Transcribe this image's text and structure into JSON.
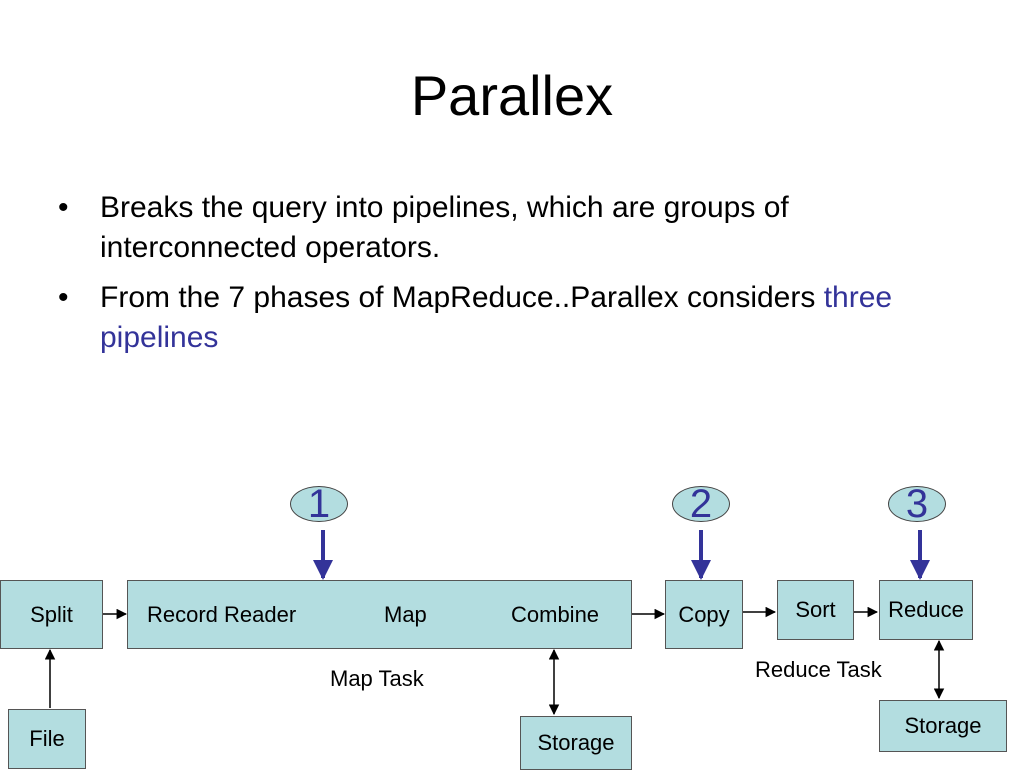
{
  "slide": {
    "title": "Parallex",
    "bullets": [
      {
        "text": "Breaks the query into pipelines, which are groups of interconnected operators."
      },
      {
        "text": "From the 7 phases of MapReduce..Parallex considers ",
        "highlight": "three pipelines",
        "highlight_color": "#333399"
      }
    ]
  },
  "diagram": {
    "boxes": {
      "split": "Split",
      "file": "File",
      "copy": "Copy",
      "sort": "Sort",
      "reduce": "Reduce",
      "storage_map": "Storage",
      "storage_reduce": "Storage"
    },
    "map_stages": [
      "Record Reader",
      "Map",
      "Combine"
    ],
    "captions": {
      "map_task": "Map Task",
      "reduce_task": "Reduce Task"
    },
    "pipelines": [
      "1",
      "2",
      "3"
    ],
    "colors": {
      "box_fill": "#b3dde0",
      "pipeline_arrow": "#333399"
    }
  }
}
